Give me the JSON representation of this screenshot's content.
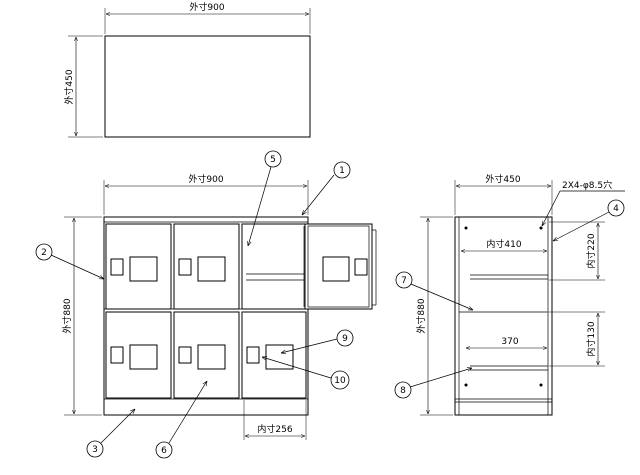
{
  "top_view": {
    "width_label": "外寸900",
    "depth_label": "外寸450"
  },
  "front_view": {
    "width_label": "外寸900",
    "height_label": "外寸880",
    "inner_width_label": "内寸256"
  },
  "side_view": {
    "width_label": "外寸450",
    "hole_label": "2X4-φ8.5穴",
    "height_label": "外寸880",
    "inner_width_label": "内寸410",
    "inner_height_upper_label": "内寸220",
    "inner_height_lower_label": "内寸130",
    "depth_label": "370"
  },
  "callouts": [
    "1",
    "2",
    "3",
    "4",
    "5",
    "6",
    "7",
    "8",
    "9",
    "10"
  ]
}
